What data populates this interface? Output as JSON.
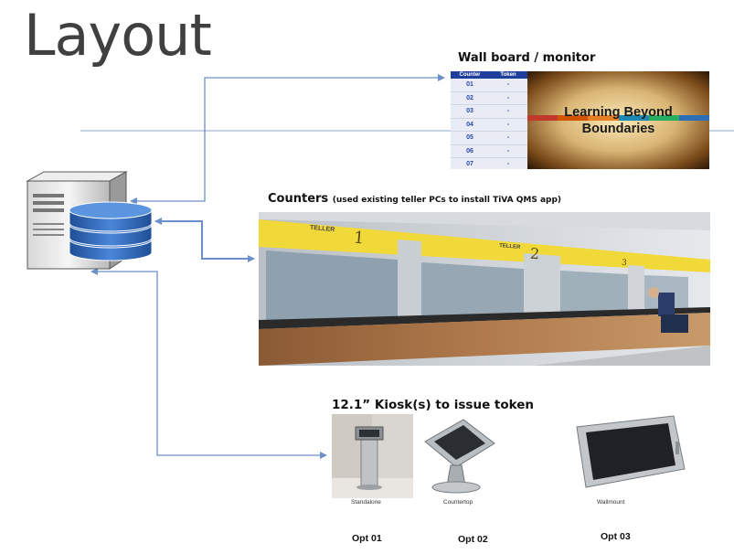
{
  "title": "Layout",
  "wallboard": {
    "caption": "Wall board / monitor",
    "col_counter": "Counter",
    "col_token": "Token",
    "rows": [
      {
        "counter": "01",
        "token": "-"
      },
      {
        "counter": "02",
        "token": "-"
      },
      {
        "counter": "03",
        "token": "-"
      },
      {
        "counter": "04",
        "token": "-"
      },
      {
        "counter": "05",
        "token": "-"
      },
      {
        "counter": "06",
        "token": "-"
      },
      {
        "counter": "07",
        "token": "-"
      }
    ],
    "screen_line1": "Learning Beyond",
    "screen_line2": "Boundaries",
    "stripe_colors": [
      "#c0392b",
      "#d35400",
      "#e67e22",
      "#1e88b4",
      "#27ae60",
      "#2c6fb7"
    ]
  },
  "counters": {
    "caption": "Counters",
    "caption_note": "(used existing teller PCs to install TiVA QMS app)",
    "sign_label": "TELLER",
    "numbers": [
      "1",
      "2",
      "3"
    ]
  },
  "kiosks": {
    "caption": "12.1” Kiosk(s) to issue token",
    "items": [
      {
        "label": "Standalone",
        "option": "Opt 01"
      },
      {
        "label": "Countertop",
        "option": "Opt 02"
      },
      {
        "label": "Wallmount",
        "option": "Opt 03"
      }
    ]
  },
  "colors": {
    "arrow": "#6c90c8",
    "db_blue": "#2d63b4",
    "sign_yellow": "#f2d93a"
  }
}
